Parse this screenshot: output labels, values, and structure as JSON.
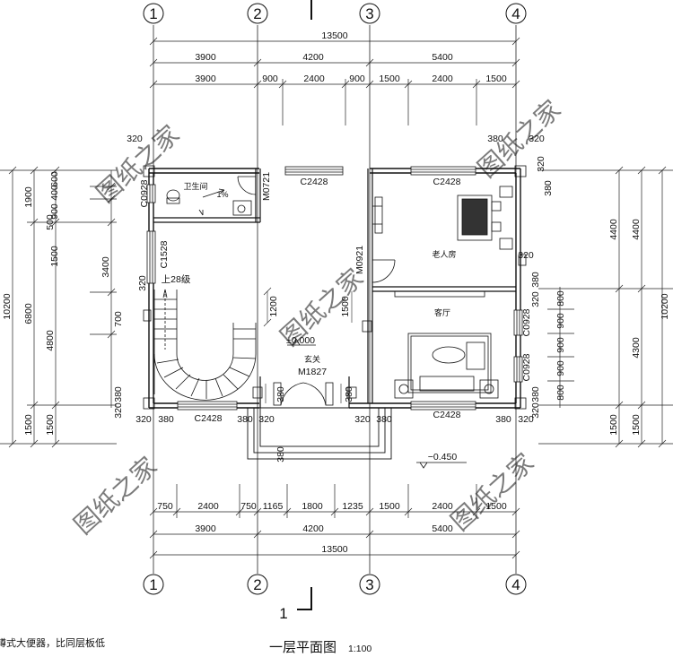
{
  "axes": {
    "a1": "1",
    "a2": "2",
    "a3": "3",
    "a4": "4"
  },
  "dims": {
    "top_total": "13500",
    "top_bays": [
      "3900",
      "4200",
      "5400"
    ],
    "top_detail": [
      "3900",
      "900",
      "2400",
      "900",
      "1500",
      "2400",
      "1500"
    ],
    "bottom_detail": [
      "750",
      "2400",
      "750",
      "1165",
      "1800",
      "1235",
      "1500",
      "2400",
      "1500"
    ],
    "bottom_bays": [
      "3900",
      "4200",
      "5400"
    ],
    "bottom_total": "13500",
    "left_total": "10200",
    "left_mid": [
      "500",
      "6800",
      "1500"
    ],
    "left_inner": [
      "1900",
      "4800",
      "1500"
    ],
    "left_window": [
      "600",
      "400",
      "900",
      "1500",
      "3400",
      "700"
    ],
    "right_total": "10200",
    "right_outer": [
      "4400",
      "1500"
    ],
    "right_inner": [
      "4400",
      "4300",
      "1500"
    ],
    "right_window": [
      "800",
      "900",
      "900",
      "900",
      "800"
    ],
    "corner": [
      "320",
      "380"
    ],
    "stair_landing": [
      "1200",
      "1500"
    ]
  },
  "labels": {
    "bathroom": "卫生间",
    "slope": "1%",
    "elder_room": "老人房",
    "living_room": "客厅",
    "entrance": "玄关",
    "elevation_zero": "±0.000",
    "elevation_exterior": "−0.450",
    "stair": "上28级"
  },
  "openings": {
    "c2428": "C2428",
    "c0928": "C0928",
    "c1528": "C1528",
    "m0721": "M0721",
    "m0921": "M0921",
    "m1827": "M1827"
  },
  "watermark": "图纸之家",
  "north_mark": "1",
  "title": "一层平面图",
  "scale": "1:100",
  "footnote": "蹲式大便器，比同层板低"
}
